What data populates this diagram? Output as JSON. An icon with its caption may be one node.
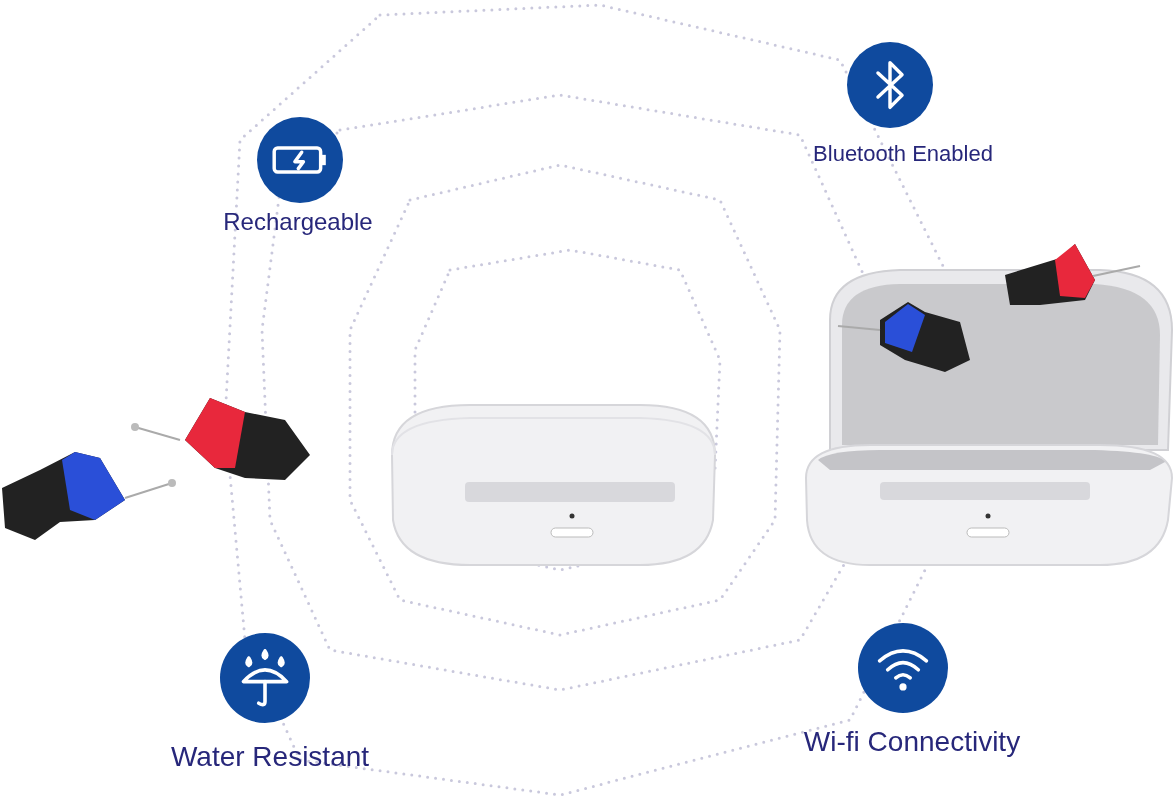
{
  "diagram": {
    "labels": [
      "Rechargeable",
      "Bluetooth Enabled",
      "Water Resistant",
      "Wi-fi Connectivity"
    ]
  }
}
